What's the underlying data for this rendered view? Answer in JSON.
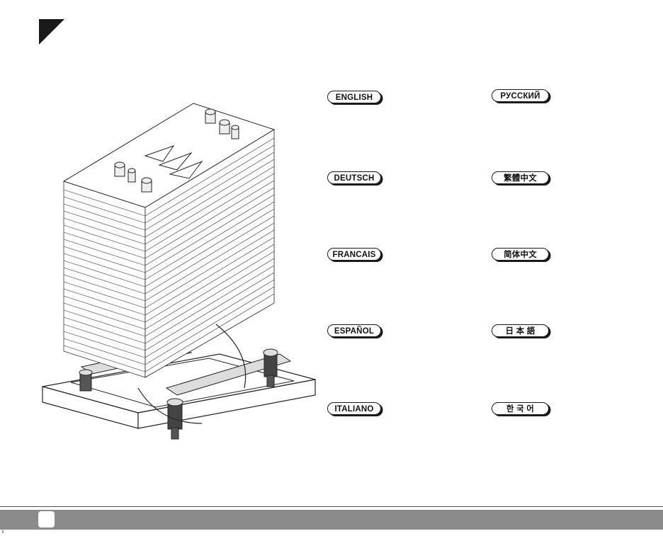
{
  "languages": {
    "left": [
      "ENGLISH",
      "DEUTSCH",
      "FRANCAIS",
      "ESPAÑOL",
      "ITALIANO"
    ],
    "right": [
      "РУССКИЙ",
      "繁體中文",
      "简体中文",
      "日 本 語",
      "한 국 어"
    ]
  },
  "footer": {
    "page_number": ""
  },
  "colors": {
    "ink": "#1a1a1a",
    "footer_bar": "#8b8b8b",
    "background": "#ffffff"
  }
}
